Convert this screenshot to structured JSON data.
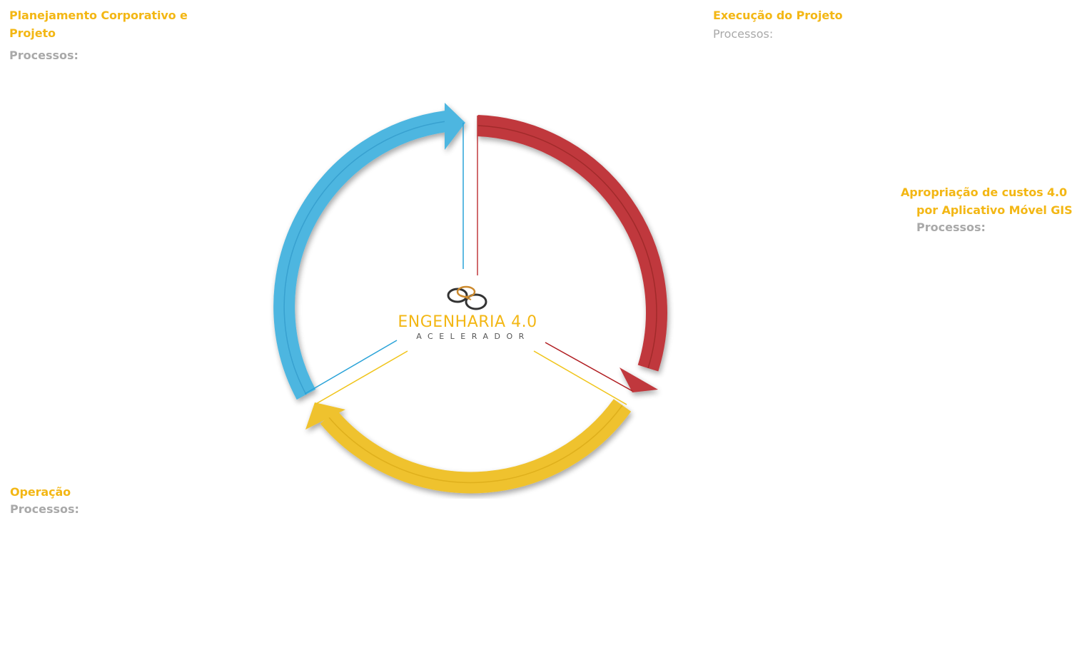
{
  "sections": {
    "planning": {
      "title_line1": "Planejamento Corporativo  e",
      "title_line2": "Projeto",
      "subtitle": "Processos:"
    },
    "execution": {
      "title": "Execução do Projeto",
      "subtitle": "Processos:"
    },
    "appropriation": {
      "title_line1": "Apropriação de custos 4.0",
      "title_line2": "por Aplicativo Móvel GIS",
      "subtitle": "Processos:"
    },
    "operation": {
      "title": "Operação",
      "subtitle": "Processos:"
    }
  },
  "center": {
    "title": "ENGENHARIA 4.0",
    "subtitle": "ACELERADOR",
    "icon": "linked-rings-logo-icon"
  },
  "cycle": {
    "arrows": [
      {
        "name": "blue-arrow",
        "color": "#4db6e0"
      },
      {
        "name": "red-arrow",
        "color": "#c0393d"
      },
      {
        "name": "yellow-arrow",
        "color": "#efc22e"
      }
    ]
  },
  "colors": {
    "accent": "#f3b715",
    "muted": "#a9a9a9",
    "blue": "#4db6e0",
    "red": "#c0393d",
    "yellow": "#efc22e"
  }
}
